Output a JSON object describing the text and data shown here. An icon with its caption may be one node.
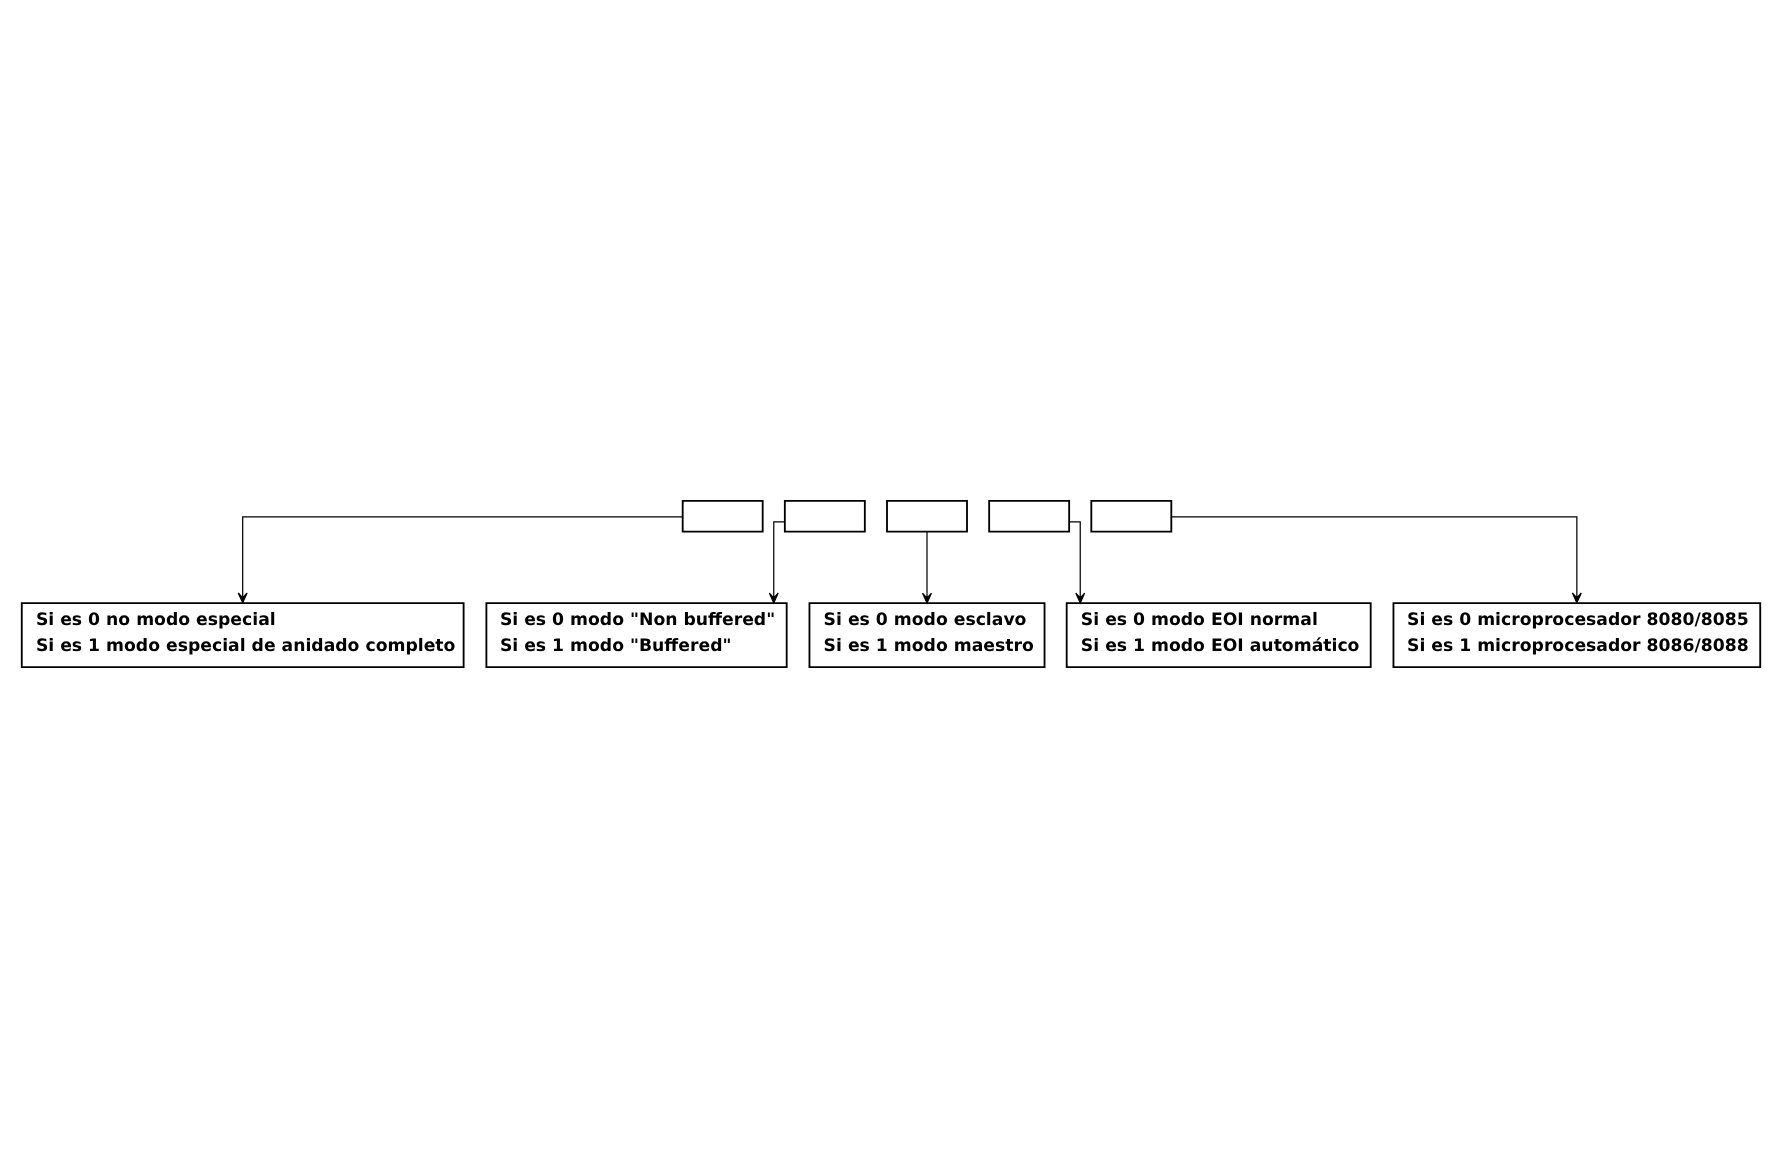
{
  "diagram": {
    "nodes": [
      {
        "text": [],
        "shape": "box"
      },
      {
        "text": [],
        "shape": "box"
      },
      {
        "text": [],
        "shape": "box"
      },
      {
        "text": [],
        "shape": "box"
      },
      {
        "text": [],
        "shape": "box"
      },
      {
        "text": [
          "Si es 0 microprocesador 8080/8085",
          "Si es 1 microprocesador 8086/8088"
        ]
      },
      {
        "text": [
          "Si es 0 modo EOI normal",
          "Si es 1 modo EOI automático"
        ]
      },
      {
        "text": [
          "Si es 0 modo esclavo",
          "Si es 1 modo maestro"
        ]
      },
      {
        "text": [
          "Si es 0 modo \"Non buffered\"",
          "Si es 1 modo \"Buffered\""
        ]
      },
      {
        "text": [
          "Si es 0 no modo especial",
          "Si es 1 modo especial de anidado completo"
        ]
      }
    ],
    "edges": [
      {
        "from": 4,
        "to": 5,
        "arrow": "to"
      },
      {
        "from": 3,
        "to": 6,
        "arrow": "to"
      },
      {
        "from": 2,
        "to": 7,
        "arrow": "to"
      },
      {
        "from": 1,
        "to": 8,
        "arrow": "to"
      },
      {
        "from": 0,
        "to": 9,
        "arrow": "to"
      }
    ]
  }
}
